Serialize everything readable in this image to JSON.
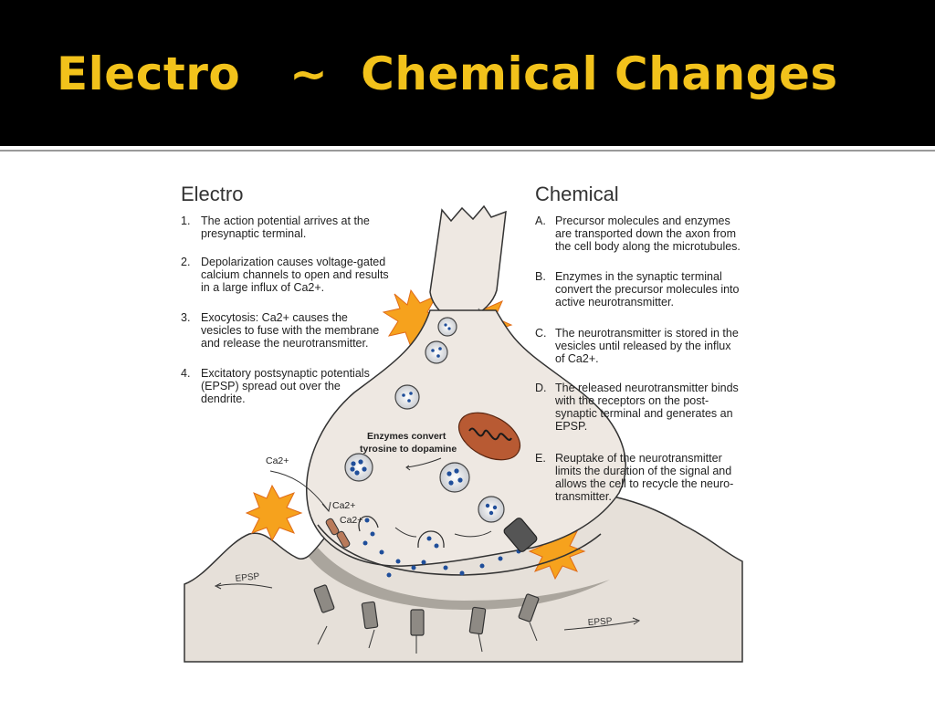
{
  "slide": {
    "title": "Electro   ~  Chemical Changes"
  },
  "electro": {
    "heading": "Electro",
    "items": [
      {
        "label": "1.",
        "text": [
          "The action potential arrives at the",
          "presynaptic terminal."
        ]
      },
      {
        "label": "2.",
        "text": [
          "Depolarization causes voltage-gated",
          "calcium channels to open and results",
          "in a large influx of Ca2+."
        ]
      },
      {
        "label": "3.",
        "text": [
          "Exocytosis: Ca2+ causes the",
          "vesicles to fuse with the membrane",
          "and release the neurotransmitter."
        ]
      },
      {
        "label": "4.",
        "text": [
          "Excitatory postsynaptic potentials",
          "(EPSP) spread out over the",
          "dendrite."
        ]
      }
    ]
  },
  "chemical": {
    "heading": "Chemical",
    "items": [
      {
        "label": "A.",
        "text": [
          "Precursor molecules and enzymes",
          "are transported down the axon from",
          "the cell body along the microtubules."
        ]
      },
      {
        "label": "B.",
        "text": [
          "Enzymes in the synaptic terminal",
          "convert the precursor molecules into",
          "active neurotransmitter."
        ]
      },
      {
        "label": "C.",
        "text": [
          "The neurotransmitter is stored in the",
          "vesicles until released by the influx",
          "of Ca2+."
        ]
      },
      {
        "label": "D.",
        "text": [
          "The released neurotransmitter binds",
          "with the receptors on the post-",
          "synaptic terminal and generates an",
          "EPSP."
        ]
      },
      {
        "label": "E.",
        "text": [
          "Reuptake of the neurotransmitter",
          "limits the duration of the signal and",
          "allows the cell to recycle the neuro-",
          "transmitter."
        ]
      }
    ]
  },
  "diagram": {
    "enzymes_label": [
      "Enzymes convert",
      "tyrosine to dopamine"
    ],
    "ca_label_1": "Ca2+",
    "ca_label_2": "Ca2+",
    "ca_label_3": "Ca2+",
    "epsp_left": "EPSP",
    "epsp_right": "EPSP"
  },
  "colors": {
    "title_bg": "#000000",
    "title_text": "#f2c21b",
    "membrane_fill": "#e7e2dc",
    "cleft": "#a9a49c",
    "vesicle_dot": "#1f4e9a",
    "mitochondrion": "#b85a33",
    "flash": "#f6a21d"
  }
}
